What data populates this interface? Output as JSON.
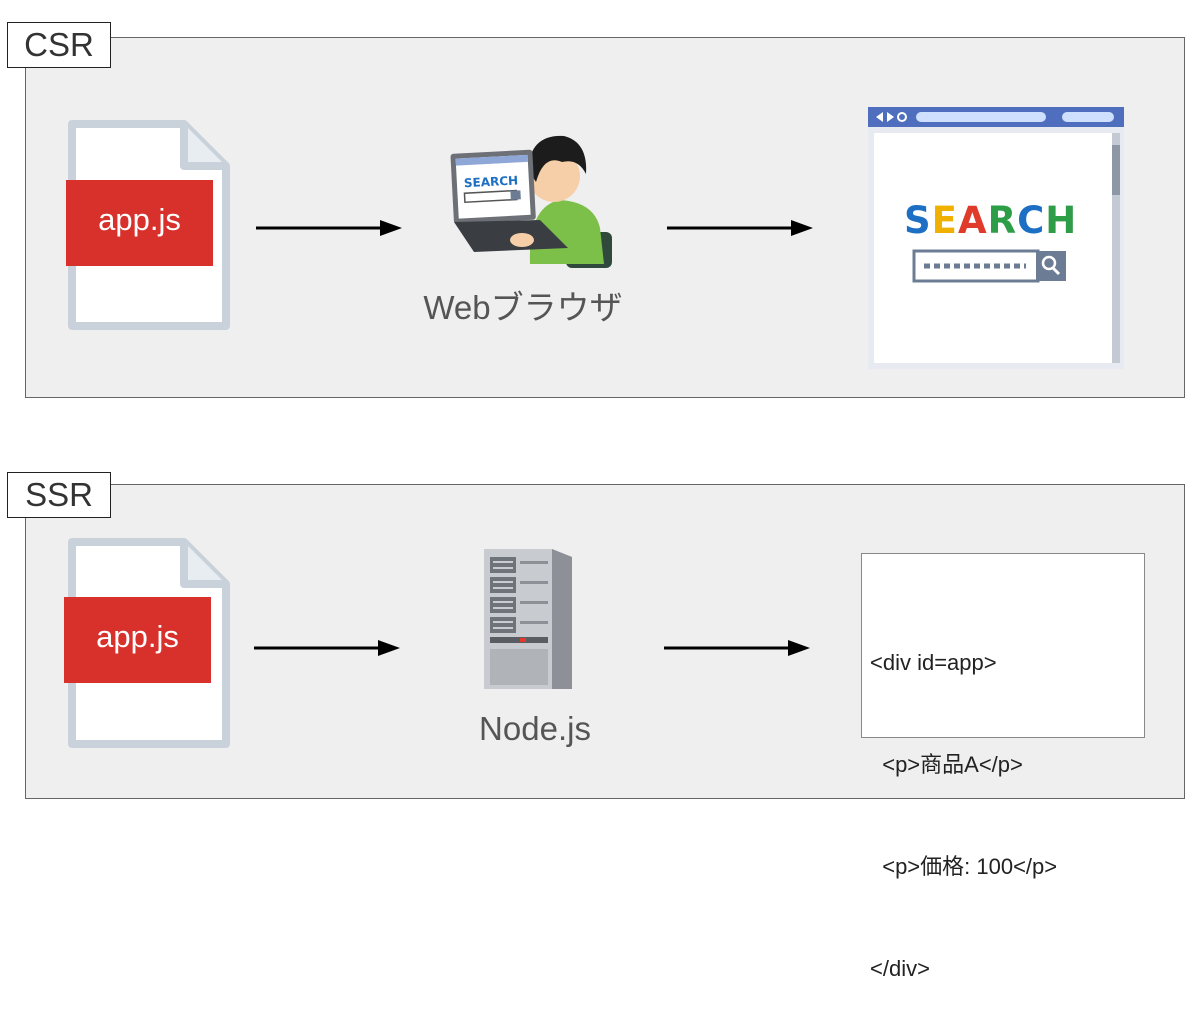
{
  "csr": {
    "tag": "CSR",
    "file_label": "app.js",
    "browser_caption": "Webブラウザ",
    "illustration_text": "SEARCH"
  },
  "ssr": {
    "tag": "SSR",
    "file_label": "app.js",
    "server_caption": "Node.js",
    "code_lines": [
      "<div id=app>",
      "  <p>商品A</p>",
      "  <p>価格: 100</p>",
      "</div>"
    ]
  },
  "colors": {
    "file_badge": "#d8302b",
    "panel_bg": "#efefef",
    "search_blue": "#1d6fc4",
    "search_yellow": "#f0b000",
    "search_red": "#e03a2a",
    "search_green": "#2e9d48"
  }
}
